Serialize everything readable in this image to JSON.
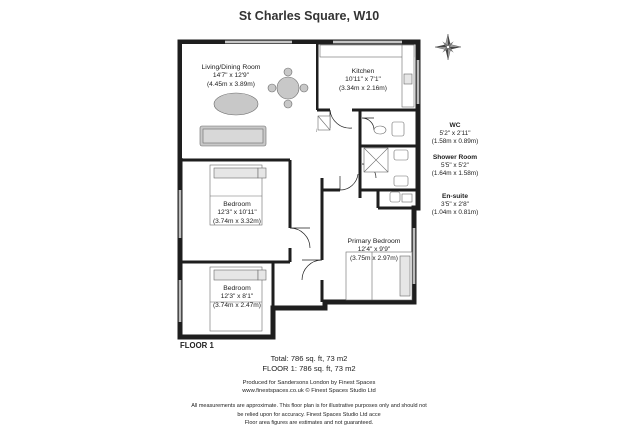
{
  "title": "St Charles Square, W10",
  "rooms": {
    "living": {
      "name": "Living/Dining Room",
      "imperial": "14'7\" x 12'9\"",
      "metric": "(4.45m x 3.89m)"
    },
    "kitchen": {
      "name": "Kitchen",
      "imperial": "10'11\" x 7'1\"",
      "metric": "(3.34m x 2.16m)"
    },
    "bedroom1": {
      "name": "Bedroom",
      "imperial": "12'3\" x 10'11\"",
      "metric": "(3.74m x 3.32m)"
    },
    "bedroom2": {
      "name": "Bedroom",
      "imperial": "12'3\" x 8'1\"",
      "metric": "(3.74m x 2.47m)"
    },
    "primary": {
      "name": "Primary Bedroom",
      "imperial": "12'4\" x 9'9\"",
      "metric": "(3.75m x 2.97m)"
    },
    "wc": {
      "name": "WC",
      "imperial": "5'2\" x 2'11\"",
      "metric": "(1.58m x 0.89m)"
    },
    "shower": {
      "name": "Shower Room",
      "imperial": "5'5\" x 5'2\"",
      "metric": "(1.64m x 1.58m)"
    },
    "ensuite": {
      "name": "En-suite",
      "imperial": "3'5\" x 2'8\"",
      "metric": "(1.04m x 0.81m)"
    }
  },
  "floor_label": "FLOOR 1",
  "totals": {
    "total": "Total: 786 sq. ft, 73 m2",
    "floor1": "FLOOR 1: 786 sq. ft, 73 m2"
  },
  "credits": {
    "line1": "Produced for Sandersons London by Finest Spaces",
    "line2": "www.finestspaces.co.uk © Finest Spaces Studio Ltd"
  },
  "disclaimer": {
    "line1": "All measurements are approximate. This floor plan is for illustrative purposes only and should not",
    "line2": "be relied upon for accuracy. Finest Spaces Studio Ltd acce",
    "line3": "Floor area figures are estimates and not guaranteed."
  },
  "colors": {
    "wall": "#1e1e1e",
    "floor": "#ffffff",
    "furniture": "#c8c8c8",
    "furniture_stroke": "#6a6a6a",
    "compass": "#444444"
  }
}
